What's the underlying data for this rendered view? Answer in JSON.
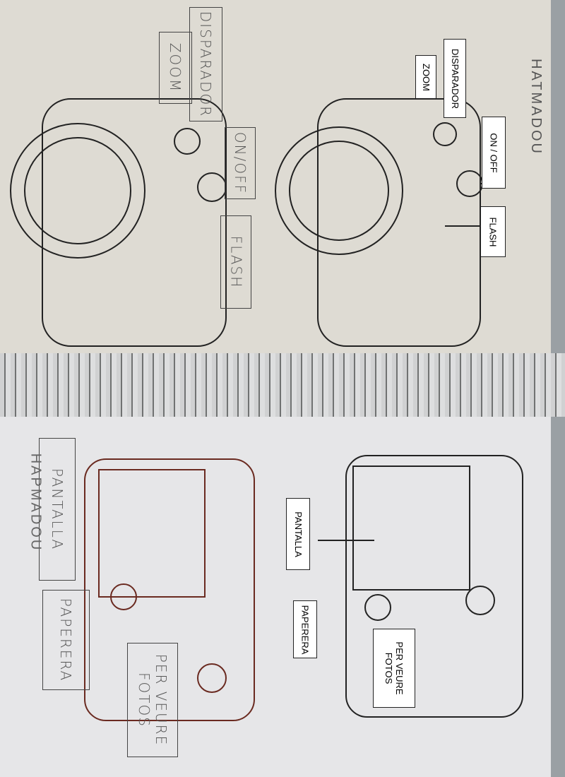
{
  "top_page": {
    "student_name": "HATMADOU",
    "printed_labels": {
      "shutter": "DISPARADOR",
      "zoom": "ZOOM",
      "power": "ON / OFF",
      "flash": "FLASH"
    },
    "handwritten_labels": {
      "shutter": "DISPARADOR",
      "zoom": "ZOOM",
      "power": "ON/OFF",
      "flash": "FLASH"
    }
  },
  "bottom_page": {
    "student_name": "HAPMADOU",
    "printed_labels": {
      "screen": "PANTALLA",
      "trash": "PAPERERA",
      "playback": "PER VEURE FOTOS"
    },
    "handwritten_labels": {
      "screen": "PANTALLA",
      "trash": "PAPERERA",
      "playback": "PER VEURE FOTOS"
    }
  }
}
